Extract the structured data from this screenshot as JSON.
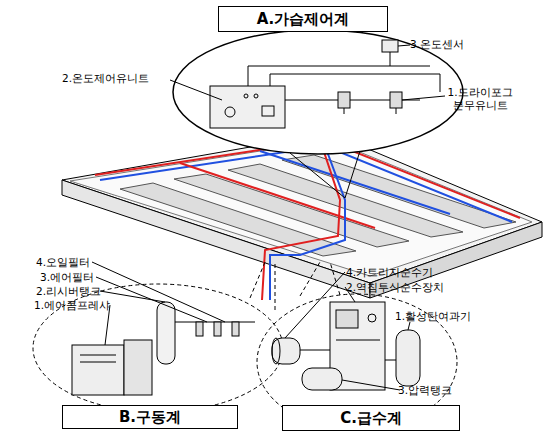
{
  "diagram": {
    "nodes": [
      {
        "text": [
          "A.가습제어계"
        ]
      },
      {
        "text": [
          "B.구동계"
        ]
      },
      {
        "text": [
          "C.급수계"
        ]
      }
    ],
    "labels": [
      "3.온도센서",
      "2.온도제어유니트",
      "1.드라이포그 분무유니트",
      "4.오일필터",
      "3.에어필터",
      "2.리시버탱크",
      "1.에어콤프레샤",
      "4.카트리지순수기",
      "2.역침투식순수장치",
      "1.활성탄여과기",
      "3.압력탱크"
    ]
  }
}
